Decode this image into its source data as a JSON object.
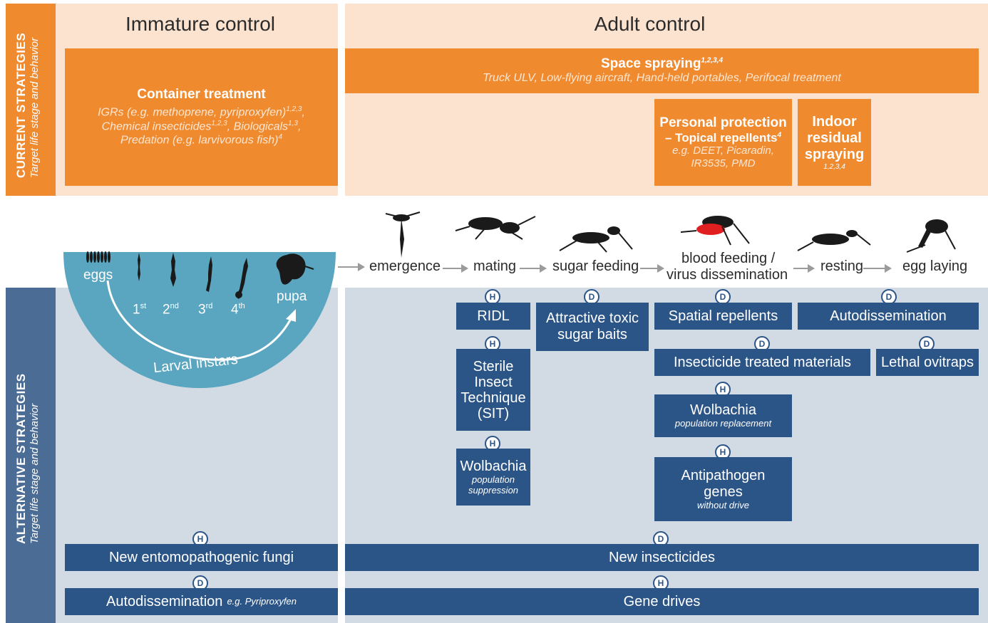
{
  "sidebar": {
    "current_title": "CURRENT STRATEGIES",
    "current_sub": "Target life stage and behavior",
    "alt_title": "ALTERNATIVE STRATEGIES",
    "alt_sub": "Target life stage and behavior"
  },
  "columns": {
    "immature": "Immature control",
    "adult": "Adult control"
  },
  "current": {
    "container": {
      "title": "Container treatment",
      "l1": "IGRs (e.g. methoprene, pyriproxyfen)",
      "l1_sup": "1,2,3",
      "l2a": "Chemical insecticides",
      "l2a_sup": "1,2,3",
      "l2b": "Biologicals",
      "l2b_sup": "1,3",
      "l3": "Predation (e.g. larvivorous fish)",
      "l3_sup": "4"
    },
    "space": {
      "title": "Space spraying",
      "title_sup": "1,2,3,4",
      "sub": "Truck ULV, Low-flying aircraft, Hand-held portables, Perifocal treatment"
    },
    "personal": {
      "title": "Personal protection",
      "line2": "– Topical repellents",
      "line2_sup": "4",
      "sub1": "e.g. DEET, Picaradin,",
      "sub2": "IR3535, PMD"
    },
    "indoor": {
      "l1": "Indoor",
      "l2": "residual",
      "l3": "spraying",
      "sup": "1,2,3,4"
    }
  },
  "lifecycle": {
    "eggs": "eggs",
    "pupa": "pupa",
    "larval": "Larval instars",
    "instars": [
      {
        "n": "1",
        "s": "st"
      },
      {
        "n": "2",
        "s": "nd"
      },
      {
        "n": "3",
        "s": "rd"
      },
      {
        "n": "4",
        "s": "th"
      }
    ],
    "stages": {
      "emergence": "emergence",
      "mating": "mating",
      "sugar": "sugar feeding",
      "blood1": "blood feeding /",
      "blood2": "virus dissemination",
      "resting": "resting",
      "egg_laying": "egg laying"
    }
  },
  "alt": {
    "ridl": {
      "label": "RIDL",
      "badge": "H"
    },
    "sit": {
      "l1": "Sterile",
      "l2": "Insect",
      "l3": "Technique",
      "l4": "(SIT)",
      "badge": "H"
    },
    "wolb_supp": {
      "title": "Wolbachia",
      "sub1": "population",
      "sub2": "suppression",
      "badge": "H"
    },
    "atsb": {
      "l1": "Attractive toxic",
      "l2": "sugar baits",
      "badge": "D"
    },
    "spatial": {
      "label": "Spatial repellents",
      "badge": "D"
    },
    "autodiss_adult": {
      "label": "Autodissemination",
      "badge": "D"
    },
    "itm": {
      "label": "Insecticide treated materials",
      "badge": "D"
    },
    "ovitraps": {
      "label": "Lethal ovitraps",
      "badge": "D"
    },
    "wolb_repl": {
      "title": "Wolbachia",
      "sub": "population replacement",
      "badge": "H"
    },
    "antipath": {
      "l1": "Antipathogen",
      "l2": "genes",
      "sub": "without drive",
      "badge": "H"
    },
    "fungi": {
      "label": "New entomopathogenic fungi",
      "badge": "H"
    },
    "insecticides": {
      "label": "New insecticides",
      "badge": "D"
    },
    "autodiss_imm": {
      "label": "Autodissemination",
      "sub": "e.g. Pyriproxyfen",
      "badge": "D"
    },
    "gene": {
      "label": "Gene drives",
      "badge": "H"
    }
  },
  "colors": {
    "orange": "#f08a2f",
    "peach": "#fbe3d0",
    "navy": "#2c5587",
    "slate": "#d2dae4",
    "teal": "#5aa5bf",
    "red": "#e02020"
  }
}
